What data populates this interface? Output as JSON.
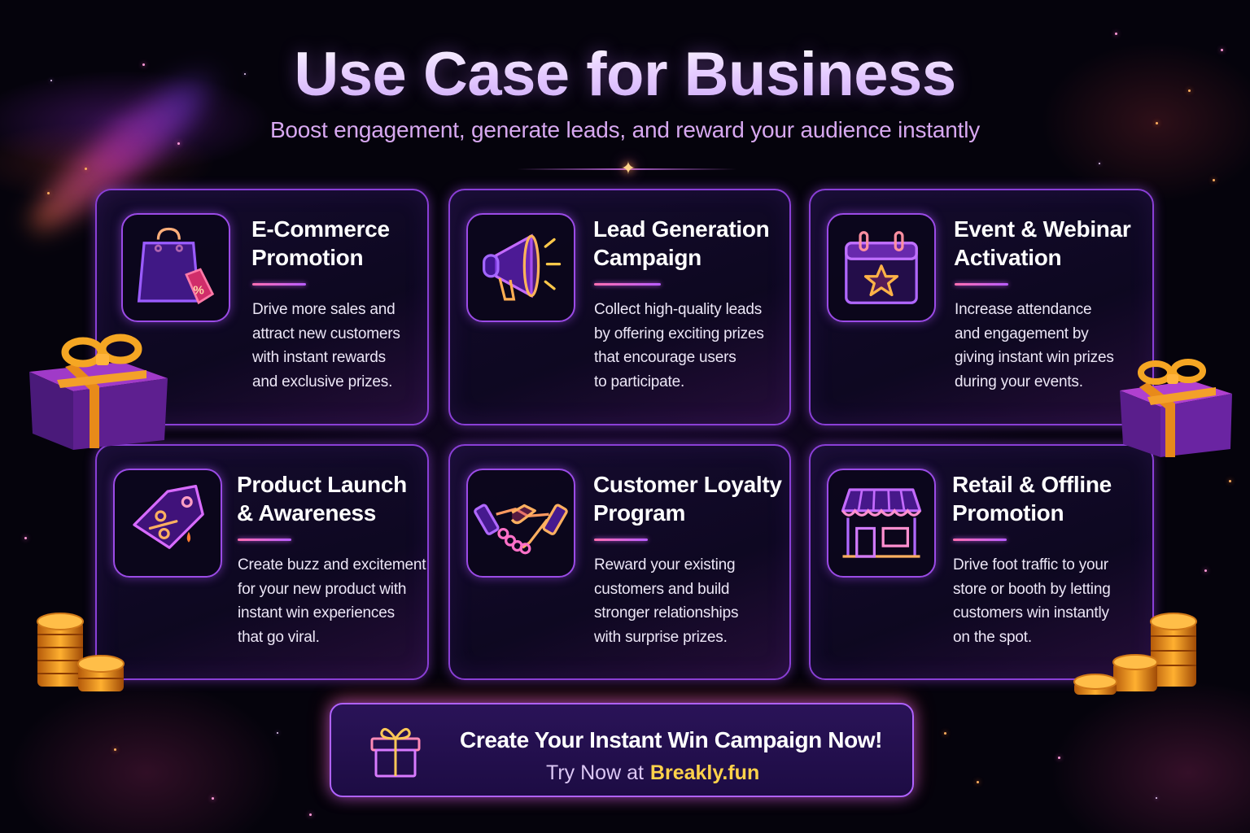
{
  "header": {
    "title": "Use Case for Business",
    "subtitle": "Boost engagement, generate leads, and reward your audience instantly"
  },
  "cards": [
    {
      "icon": "shopping-bag-icon",
      "title_line1": "E-Commerce",
      "title_line2": "Promotion",
      "desc": [
        "Drive more sales and",
        "attract new customers",
        "with instant rewards",
        "and exclusive prizes."
      ]
    },
    {
      "icon": "megaphone-icon",
      "title_line1": "Lead Generation",
      "title_line2": "Campaign",
      "desc": [
        "Collect high-quality leads",
        "by offering exciting prizes",
        "that encourage users",
        "to participate."
      ]
    },
    {
      "icon": "calendar-star-icon",
      "title_line1": "Event & Webinar",
      "title_line2": "Activation",
      "desc": [
        "Increase attendance",
        "and engagement by",
        "giving instant win prizes",
        "during your events."
      ]
    },
    {
      "icon": "discount-tag-icon",
      "title_line1": "Product Launch",
      "title_line2": "& Awareness",
      "desc": [
        "Create buzz and excitement",
        "for your new product with",
        "instant win experiences",
        "that go viral."
      ]
    },
    {
      "icon": "handshake-icon",
      "title_line1": "Customer Loyalty",
      "title_line2": "Program",
      "desc": [
        "Reward your existing",
        "customers and build",
        "stronger relationships",
        "with surprise prizes."
      ]
    },
    {
      "icon": "storefront-icon",
      "title_line1": "Retail & Offline",
      "title_line2": "Promotion",
      "desc": [
        "Drive foot traffic to your",
        "store or booth by letting",
        "customers win instantly",
        "on the spot."
      ]
    }
  ],
  "cta": {
    "icon": "gift-icon",
    "title": "Create Your Instant Win Campaign Now!",
    "sub_prefix": "Try Now at",
    "link": "Breakly.fun"
  },
  "colors": {
    "background": "#05030c",
    "card_border": "#8a3fd6",
    "accent_pink": "#ff6fb0",
    "accent_purple": "#b85cff",
    "accent_gold": "#ffd24a",
    "subtitle": "#d7a8f0"
  }
}
